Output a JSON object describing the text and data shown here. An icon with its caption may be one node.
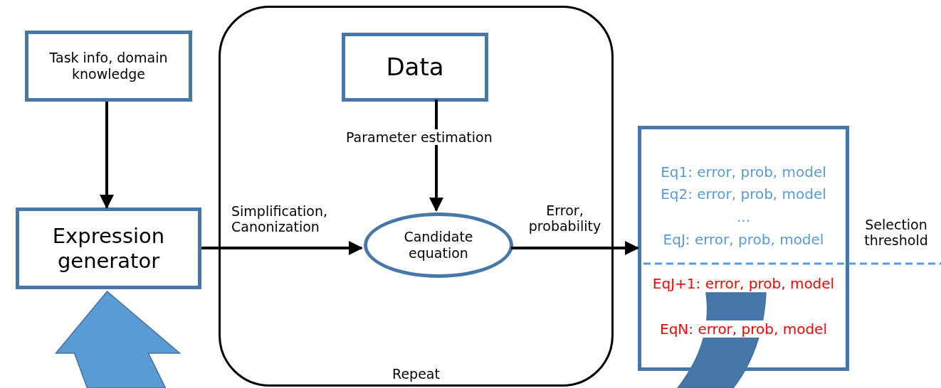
{
  "diagram": {
    "nodes": [
      {
        "text": [
          "Task info, domain knowledge"
        ]
      },
      {
        "text": [
          "Expression generator"
        ]
      },
      {
        "text": [
          "Repeat"
        ]
      },
      {
        "text": [
          "Data"
        ],
        "in": 2
      },
      {
        "text": [
          "Candidate equation"
        ],
        "in": 2
      },
      {
        "text": [
          "Eq1: error, prob, model",
          "Eq2: error, prob, model",
          "...",
          "EqJ: error, prob, model",
          "EqJ+1: error, prob, model",
          "EqN: error, prob, model"
        ]
      }
    ],
    "edges": [
      {
        "from": 0,
        "to": 1,
        "arrow": "to"
      },
      {
        "from": 1,
        "to": 4,
        "arrow": "to",
        "label": "Simplification, Canonization"
      },
      {
        "from": 3,
        "to": 4,
        "arrow": "to",
        "label": "Parameter estimation"
      },
      {
        "from": 4,
        "to": 5,
        "arrow": "to",
        "label": "Error, probability"
      },
      {
        "from": null,
        "to": 1,
        "arrow": "to",
        "style": "thick",
        "color": "#5b9bd5"
      },
      {
        "from": 5,
        "to": null,
        "arrow": "none",
        "style": "thick",
        "color": "#4677a8"
      }
    ],
    "labels": [
      "Selection threshold"
    ]
  }
}
